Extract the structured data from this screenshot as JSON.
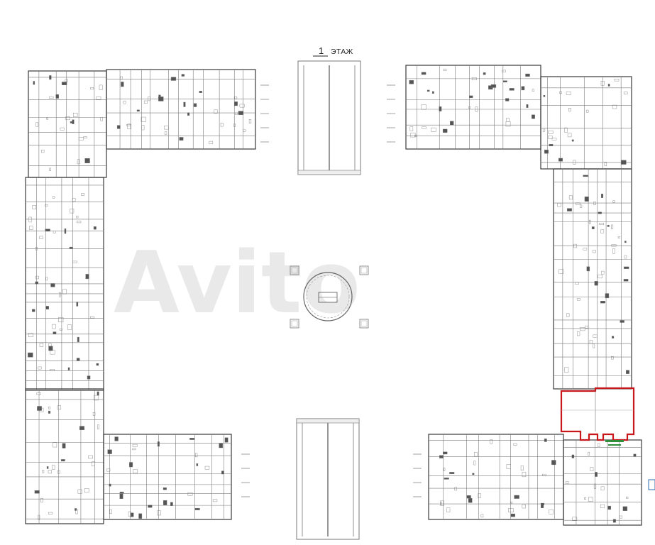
{
  "plan": {
    "floor_number": "1",
    "floor_word": "ЭТАЖ",
    "watermark": "Avito"
  },
  "colors": {
    "line": "#7a7a7a",
    "wall": "#3a3a3a",
    "highlight": "#c8161d",
    "background": "#ffffff",
    "accent_green": "#2f8f3a",
    "accent_blue": "#2b6cb0"
  },
  "highlighted_unit": {
    "selected": true
  }
}
